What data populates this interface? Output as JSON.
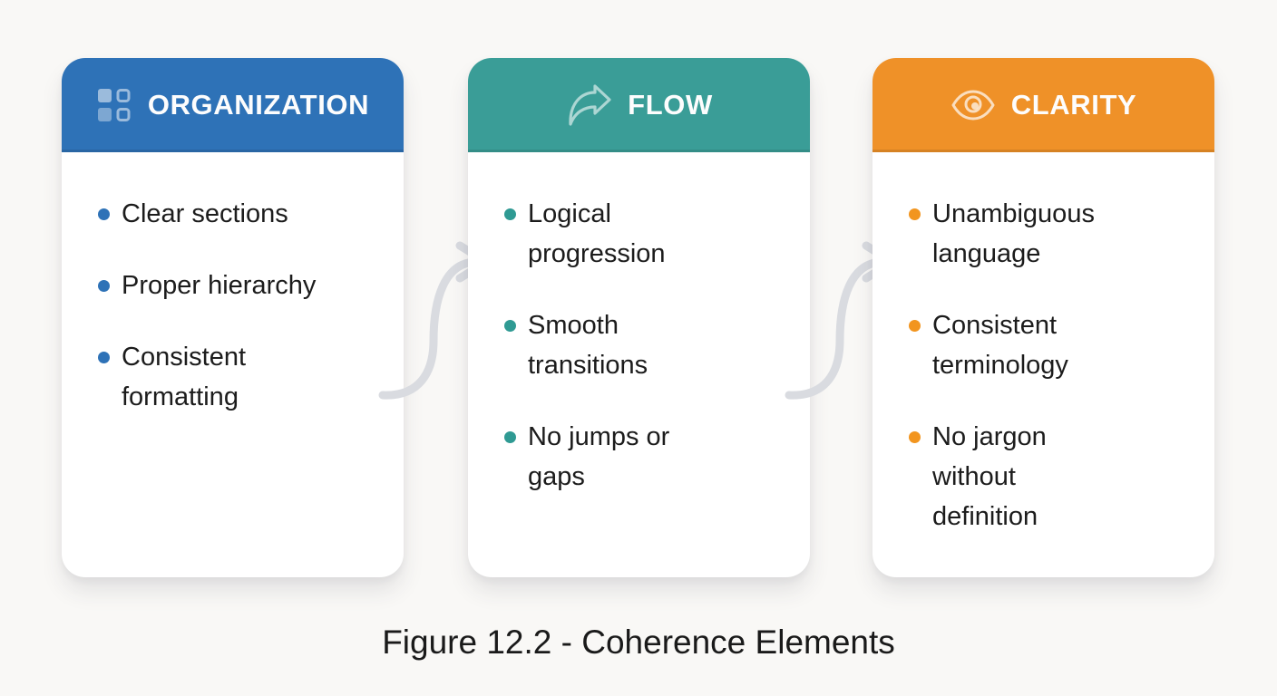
{
  "figure": {
    "caption": "Figure 12.2 - Coherence Elements",
    "background_color": "#f9f8f6",
    "connector_color": "#d9dbe0",
    "text_color": "#1c1c1c"
  },
  "cards": [
    {
      "title": "ORGANIZATION",
      "icon": "grid-icon",
      "header_color": "#2e72b7",
      "bullet_color": "#2e72b7",
      "items": [
        "Clear sections",
        "Proper hierarchy",
        "Consistent\nformatting"
      ]
    },
    {
      "title": "FLOW",
      "icon": "flow-forward-arrow-icon",
      "header_color": "#3a9d97",
      "bullet_color": "#2f9a93",
      "items": [
        "Logical\nprogression",
        "Smooth\ntransitions",
        "No jumps or\ngaps"
      ]
    },
    {
      "title": "CLARITY",
      "icon": "eye-icon",
      "header_color": "#ef9128",
      "bullet_color": "#f2951f",
      "items": [
        "Unambiguous\nlanguage",
        "Consistent\nterminology",
        "No jargon\nwithout\ndefinition"
      ]
    }
  ]
}
